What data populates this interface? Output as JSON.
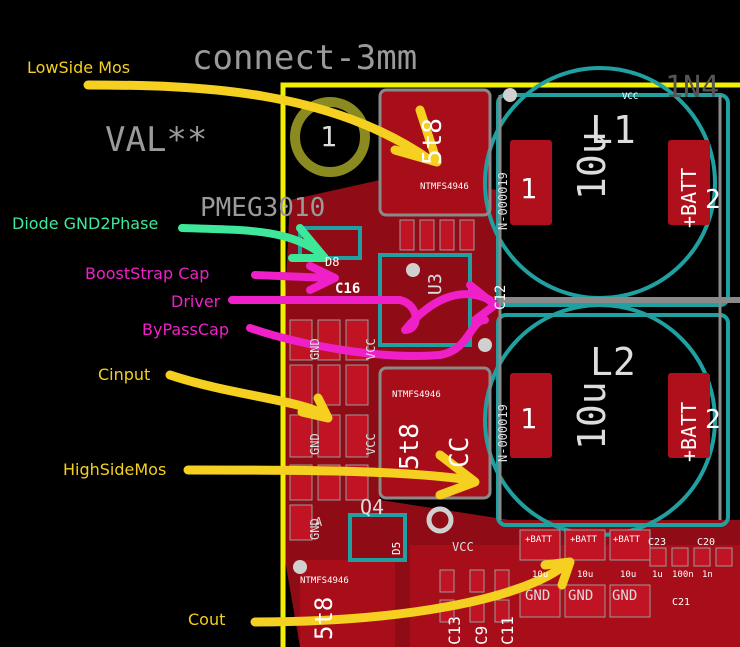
{
  "board": {
    "title": "connect-3mm",
    "val": "VAL**",
    "pmeg": "PMEG3010",
    "top_right": "1N4",
    "vcc_top": "VCC"
  },
  "annotations": [
    {
      "text": "LowSide Mos",
      "color": "#f5d020"
    },
    {
      "text": "Diode GND2Phase",
      "color": "#3ee89a"
    },
    {
      "text": "BoostStrap Cap",
      "color": "#f020c8"
    },
    {
      "text": "Driver",
      "color": "#f020c8"
    },
    {
      "text": "ByPassCap",
      "color": "#f020c8"
    },
    {
      "text": "Cinput",
      "color": "#f5d020"
    },
    {
      "text": "HighSideMos",
      "color": "#f5d020"
    },
    {
      "text": "Cout",
      "color": "#f5d020"
    }
  ],
  "inductors": [
    {
      "ref": "L1",
      "value": "10u",
      "net": "N-000019",
      "pad1": "1",
      "pad2": "2",
      "batt": "+BATT"
    },
    {
      "ref": "L2",
      "value": "10u",
      "net": "N-000019",
      "pad1": "1",
      "pad2": "2",
      "batt": "+BATT"
    }
  ],
  "parts": {
    "d8": "D8",
    "c16": "C16",
    "u3": "U3",
    "c12": "C12",
    "q4": "Q4",
    "d5": "D5",
    "c23": "C23",
    "c20": "C20",
    "c21": "C21",
    "mosfet": "NTMFS4946",
    "mos_label": "5t8",
    "cc": "CC",
    "vcc": "VCC",
    "gnd": "GND",
    "pad_one": "1",
    "pad_two": "2",
    "batt": "+BATT",
    "cap_10u": "10u",
    "cap_1u": "1u",
    "cap_100n": "100n",
    "cap_1n": "1n",
    "c11": "C11",
    "c9": "C9",
    "c13": "C13",
    "pad_a": "A"
  },
  "colors": {
    "copper": "#b0101c",
    "silk": "#9a9a9a",
    "outline": "#f0f000",
    "courtyard": "#20a0a0",
    "arrow_yellow": "#f5d020",
    "arrow_magenta": "#f020c8",
    "arrow_green": "#3ee89a"
  }
}
